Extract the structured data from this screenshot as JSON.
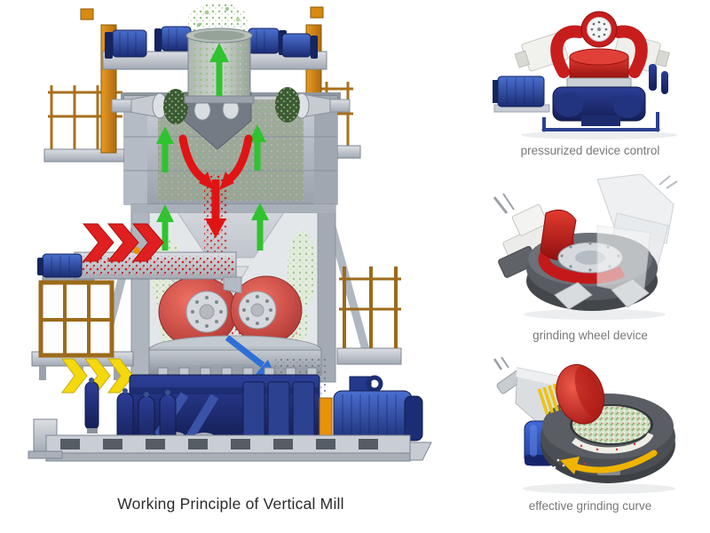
{
  "title": "Working Principle of Vertical Mill",
  "panels": [
    {
      "id": "pressurized-device",
      "caption": "pressurized device control"
    },
    {
      "id": "grinding-wheel-device",
      "caption": "grinding wheel device"
    },
    {
      "id": "effective-grinding-curve",
      "caption": "effective grinding curve"
    }
  ],
  "diagram": {
    "arrows": [
      {
        "name": "feed-chevrons-icon",
        "color": "#e02020",
        "direction": "right"
      },
      {
        "name": "hot-air-chevrons-icon",
        "color": "#f2d411",
        "direction": "right"
      },
      {
        "name": "airflow-arrow-icon",
        "color": "#2fc32f",
        "direction": "up"
      },
      {
        "name": "material-fall-arrow-icon",
        "color": "#e01414",
        "direction": "down"
      },
      {
        "name": "discharge-arrow-icon",
        "color": "#2e6fd6",
        "direction": "down-right"
      },
      {
        "name": "rotation-arrow-icon",
        "color": "#f0b400",
        "direction": "counter-clockwise"
      }
    ],
    "colors": {
      "machine_steel": "#b6bdc6",
      "machine_navy": "#1d2f7c",
      "roller_red": "#c81d1d",
      "frame_orange": "#d8891b",
      "material_green": "#9cc489",
      "title_text": "#2b2b2b",
      "caption_text": "#787878",
      "background": "#ffffff"
    }
  }
}
